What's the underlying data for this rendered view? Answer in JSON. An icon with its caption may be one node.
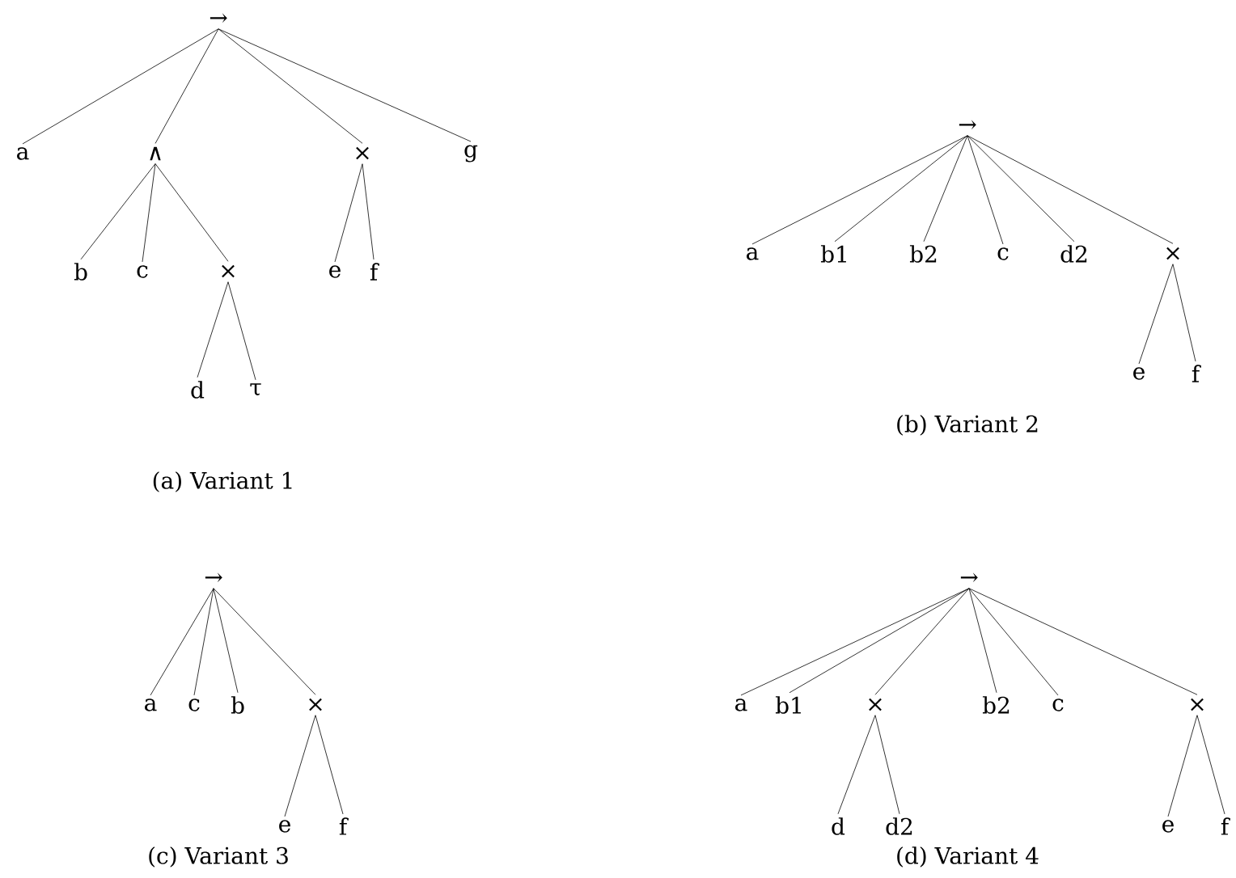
{
  "diagram": {
    "nodes": [
      {
        "text": [
          "→"
        ]
      },
      {
        "text": [
          "a"
        ]
      },
      {
        "text": [
          "∧"
        ]
      },
      {
        "text": [
          "×"
        ]
      },
      {
        "text": [
          "g"
        ]
      },
      {
        "text": [
          "b"
        ]
      },
      {
        "text": [
          "c"
        ]
      },
      {
        "text": [
          "×"
        ]
      },
      {
        "text": [
          "e"
        ]
      },
      {
        "text": [
          "f"
        ]
      },
      {
        "text": [
          "d"
        ]
      },
      {
        "text": [
          "τ"
        ]
      },
      {
        "text": [
          "→"
        ]
      },
      {
        "text": [
          "a"
        ]
      },
      {
        "text": [
          "b1"
        ]
      },
      {
        "text": [
          "b2"
        ]
      },
      {
        "text": [
          "c"
        ]
      },
      {
        "text": [
          "d2"
        ]
      },
      {
        "text": [
          "×"
        ]
      },
      {
        "text": [
          "e"
        ]
      },
      {
        "text": [
          "f"
        ]
      },
      {
        "text": [
          "→"
        ]
      },
      {
        "text": [
          "a"
        ]
      },
      {
        "text": [
          "c"
        ]
      },
      {
        "text": [
          "b"
        ]
      },
      {
        "text": [
          "×"
        ]
      },
      {
        "text": [
          "e"
        ]
      },
      {
        "text": [
          "f"
        ]
      },
      {
        "text": [
          "→"
        ]
      },
      {
        "text": [
          "a"
        ]
      },
      {
        "text": [
          "b1"
        ]
      },
      {
        "text": [
          "×"
        ]
      },
      {
        "text": [
          "b2"
        ]
      },
      {
        "text": [
          "c"
        ]
      },
      {
        "text": [
          "×"
        ]
      },
      {
        "text": [
          "d"
        ]
      },
      {
        "text": [
          "d2"
        ]
      },
      {
        "text": [
          "e"
        ]
      },
      {
        "text": [
          "f"
        ]
      }
    ],
    "edges": [
      {
        "from": 0,
        "to": 1,
        "arrow": "none"
      },
      {
        "from": 0,
        "to": 2,
        "arrow": "none"
      },
      {
        "from": 0,
        "to": 3,
        "arrow": "none"
      },
      {
        "from": 0,
        "to": 4,
        "arrow": "none"
      },
      {
        "from": 2,
        "to": 5,
        "arrow": "none"
      },
      {
        "from": 2,
        "to": 6,
        "arrow": "none"
      },
      {
        "from": 2,
        "to": 7,
        "arrow": "none"
      },
      {
        "from": 3,
        "to": 8,
        "arrow": "none"
      },
      {
        "from": 3,
        "to": 9,
        "arrow": "none"
      },
      {
        "from": 7,
        "to": 10,
        "arrow": "none"
      },
      {
        "from": 7,
        "to": 11,
        "arrow": "none"
      },
      {
        "from": 12,
        "to": 13,
        "arrow": "none"
      },
      {
        "from": 12,
        "to": 14,
        "arrow": "none"
      },
      {
        "from": 12,
        "to": 15,
        "arrow": "none"
      },
      {
        "from": 12,
        "to": 16,
        "arrow": "none"
      },
      {
        "from": 12,
        "to": 17,
        "arrow": "none"
      },
      {
        "from": 12,
        "to": 18,
        "arrow": "none"
      },
      {
        "from": 18,
        "to": 19,
        "arrow": "none"
      },
      {
        "from": 18,
        "to": 20,
        "arrow": "none"
      },
      {
        "from": 21,
        "to": 22,
        "arrow": "none"
      },
      {
        "from": 21,
        "to": 23,
        "arrow": "none"
      },
      {
        "from": 21,
        "to": 24,
        "arrow": "none"
      },
      {
        "from": 21,
        "to": 25,
        "arrow": "none"
      },
      {
        "from": 25,
        "to": 26,
        "arrow": "none"
      },
      {
        "from": 25,
        "to": 27,
        "arrow": "none"
      },
      {
        "from": 28,
        "to": 29,
        "arrow": "none"
      },
      {
        "from": 28,
        "to": 30,
        "arrow": "none"
      },
      {
        "from": 28,
        "to": 31,
        "arrow": "none"
      },
      {
        "from": 28,
        "to": 32,
        "arrow": "none"
      },
      {
        "from": 28,
        "to": 33,
        "arrow": "none"
      },
      {
        "from": 28,
        "to": 34,
        "arrow": "none"
      },
      {
        "from": 31,
        "to": 35,
        "arrow": "none"
      },
      {
        "from": 31,
        "to": 36,
        "arrow": "none"
      },
      {
        "from": 34,
        "to": 37,
        "arrow": "none"
      },
      {
        "from": 34,
        "to": 38,
        "arrow": "none"
      }
    ],
    "labels": [
      "(a) Variant 1",
      "(b) Variant 2",
      "(c) Variant 3",
      "(d) Variant 4"
    ]
  }
}
